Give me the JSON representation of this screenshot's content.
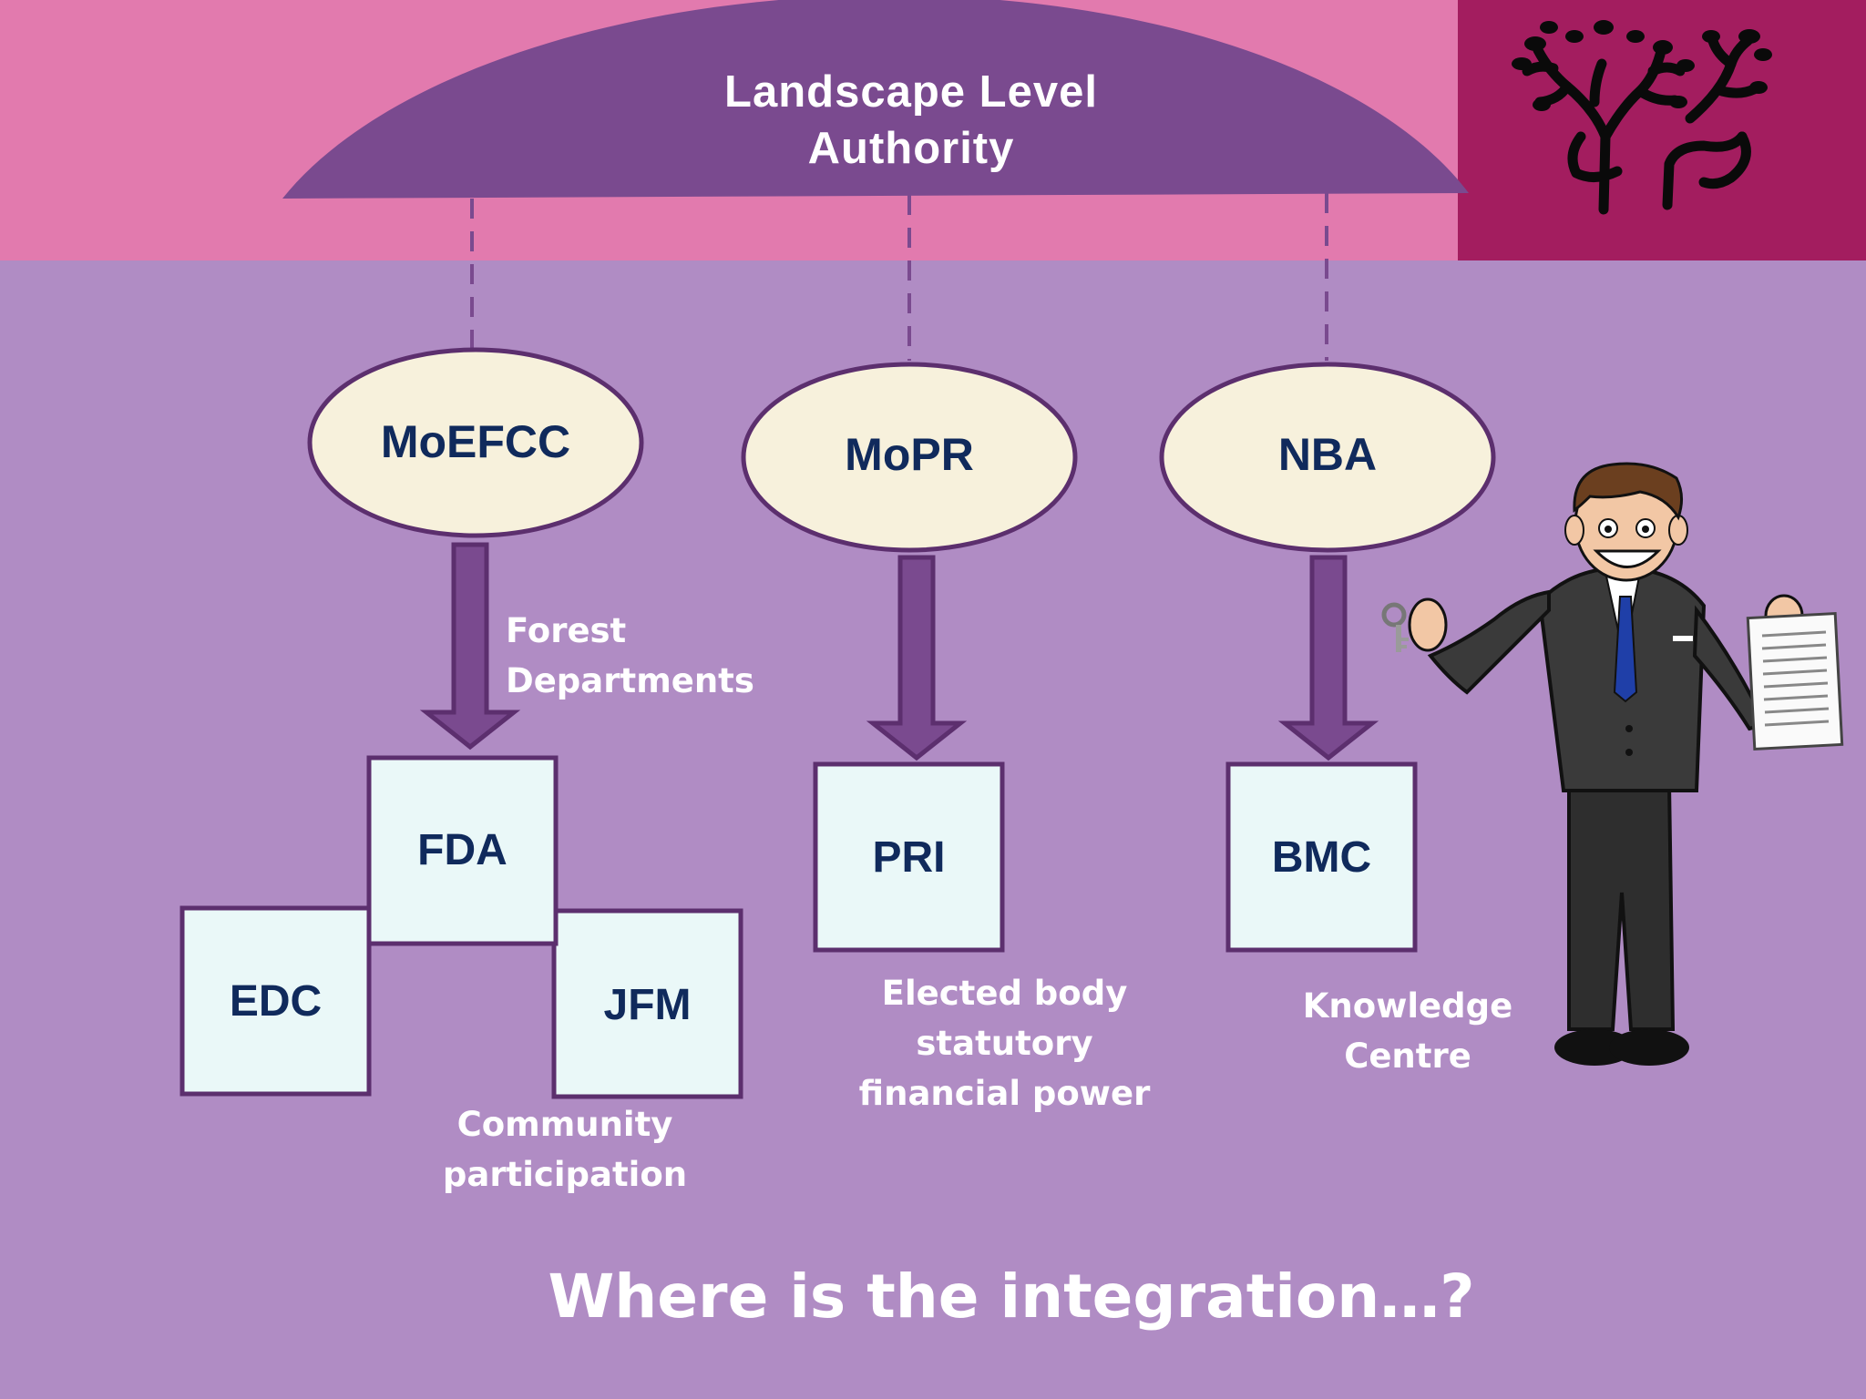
{
  "authority": {
    "title_line1": "Landscape Level",
    "title_line2": "Authority"
  },
  "ministries": [
    {
      "label": "MoEFCC"
    },
    {
      "label": "MoPR"
    },
    {
      "label": "NBA"
    }
  ],
  "units": [
    {
      "label": "FDA"
    },
    {
      "label": "EDC"
    },
    {
      "label": "JFM"
    },
    {
      "label": "PRI"
    },
    {
      "label": "BMC"
    }
  ],
  "notes": {
    "forest_departments": [
      "Forest",
      "Departments"
    ],
    "community_participation": [
      "Community",
      "participation"
    ],
    "pri_description": [
      "Elected body",
      "statutory",
      "financial power"
    ],
    "bmc_description": [
      "Knowledge",
      "Centre"
    ]
  },
  "question": "Where is the integration…?",
  "colors": {
    "background": "#b08cc4",
    "top_band": "#e27aae",
    "logo_panel": "#a31d5f",
    "dome": "#7a4a8f",
    "arrow": "#7a4a8f",
    "ellipse_fill": "#f7f1dc",
    "box_fill": "#eaf8f8",
    "label_text": "#102a5c"
  },
  "icons": [
    "tree-deer-logo-icon",
    "businessman-illustration"
  ]
}
